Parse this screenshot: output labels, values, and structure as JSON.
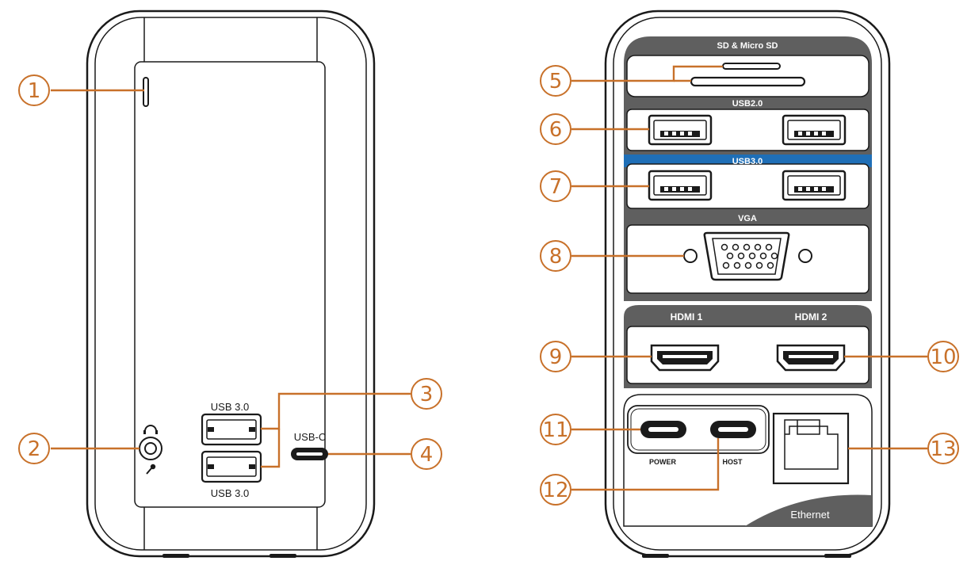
{
  "colors": {
    "callout": "#c8712a",
    "usb3_band": "#1f6fb7",
    "section_band": "#5a5a5a",
    "outline": "#1a1a1a"
  },
  "front": {
    "usb_top_label": "USB 3.0",
    "usb_bottom_label": "USB 3.0",
    "usbc_label": "USB-C",
    "headphone_icon": "headphone-icon",
    "mic_icon": "microphone-icon"
  },
  "back": {
    "sd_label": "SD  &  Micro SD",
    "usb2_label": "USB2.0",
    "usb3_label": "USB3.0",
    "vga_label": "VGA",
    "hdmi1_label": "HDMI 1",
    "hdmi2_label": "HDMI 2",
    "power_label": "POWER",
    "host_label": "HOST",
    "ethernet_label": "Ethernet"
  },
  "callouts": [
    "1",
    "2",
    "3",
    "4",
    "5",
    "6",
    "7",
    "8",
    "9",
    "10",
    "11",
    "12",
    "13"
  ]
}
